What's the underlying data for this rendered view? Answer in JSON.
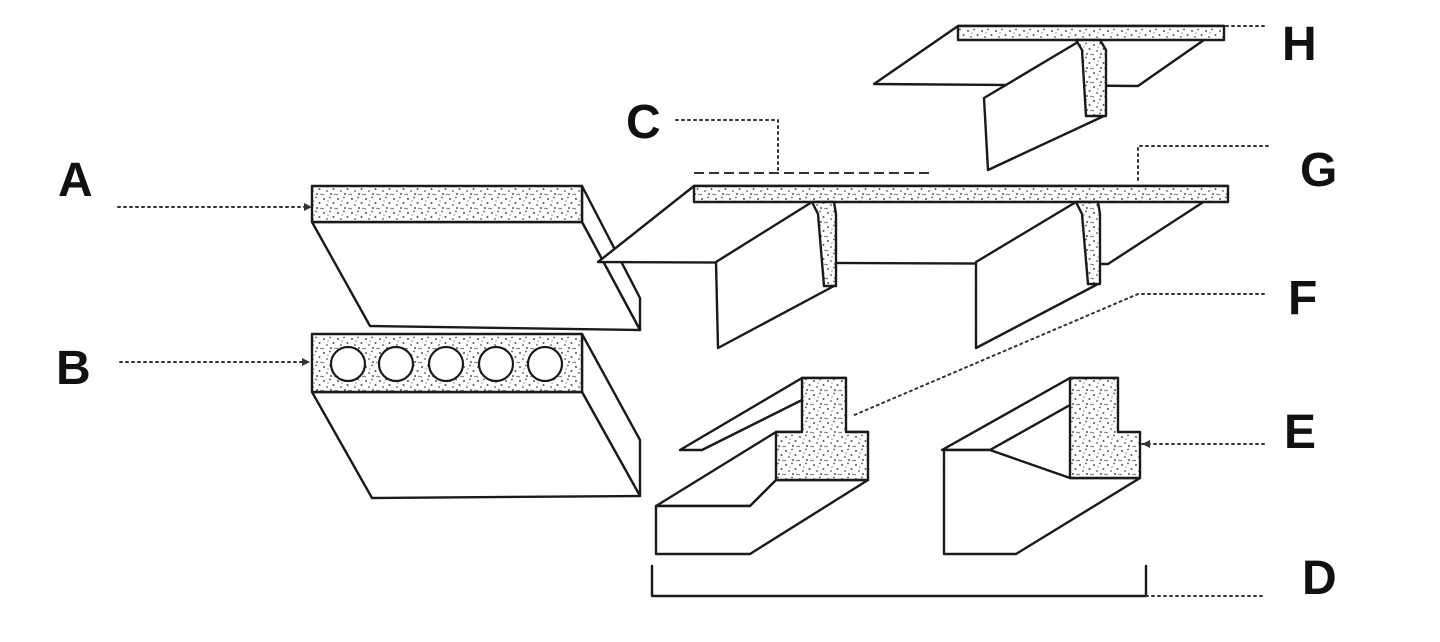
{
  "labels": {
    "a": "A",
    "b": "B",
    "c": "C",
    "d": "D",
    "e": "E",
    "f": "F",
    "g": "G",
    "h": "H"
  },
  "colors": {
    "line": "#1a1a1a",
    "stipple": "#555555",
    "background": "#ffffff"
  }
}
